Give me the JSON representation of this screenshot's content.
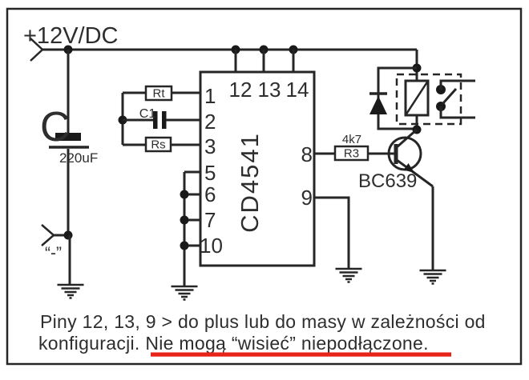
{
  "supply_label": "+12V/DC",
  "capacitor": {
    "name": "C",
    "value": "220uF"
  },
  "neg_terminal_label": "“-”",
  "rc_network": {
    "rt": "Rt",
    "c1": "C1",
    "rs": "Rs"
  },
  "ic": {
    "name": "CD4541",
    "pins_left": [
      "1",
      "2",
      "3",
      "5",
      "6",
      "7",
      "10"
    ],
    "pins_top": [
      "12",
      "13",
      "14"
    ],
    "pins_right": [
      "8",
      "9"
    ]
  },
  "base_resistor": {
    "value": "4k7",
    "name": "R3"
  },
  "transistor": {
    "name": "BC639"
  },
  "note": {
    "line1": "Piny 12, 13, 9 > do plus lub do masy w zależności od",
    "line2": "konfiguracji. Nie mogą “wisieć” niepodłączone."
  },
  "colors": {
    "wire": "#262626",
    "underline_red": "#e82318",
    "text": "#2e2e2e"
  }
}
